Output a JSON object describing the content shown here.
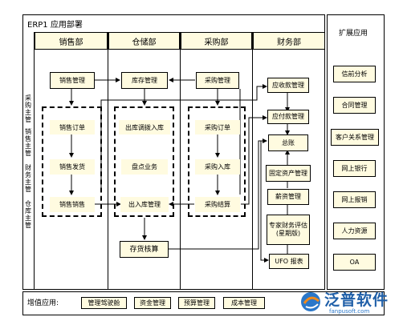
{
  "title": "ERP1 应用部署",
  "ext_title": "扩展应用",
  "departments": [
    "销售部",
    "仓储部",
    "采购部",
    "财务部"
  ],
  "side_labels": [
    "采购主管",
    "销售主管",
    "财务主管",
    "仓库主管"
  ],
  "sales": {
    "top": "销售管理",
    "items": [
      "销售订单",
      "销售发货",
      "销售销售"
    ]
  },
  "warehouse": {
    "top": "库存管理",
    "items": [
      "出库调拨入库",
      "盘点业务",
      "出入库管理"
    ],
    "bottom": "存货核算"
  },
  "purchase": {
    "top": "采购管理",
    "items": [
      "采购订单",
      "采购入库",
      "采购结算"
    ]
  },
  "finance": {
    "items": [
      "应收款管理",
      "应付款管理",
      "总账",
      "固定资产管理",
      "薪资管理",
      "专家财务评估(星期版)",
      "UFO 报表"
    ]
  },
  "ext": [
    "信前分析",
    "合同管理",
    "客户关系管理",
    "网上银行",
    "网上报销",
    "人力资源",
    "OA"
  ],
  "bottom_label": "增值应用:",
  "bottom_items": [
    "管理驾驶舱",
    "资金管理",
    "预算管理",
    "成本管理"
  ],
  "logo": {
    "text": "泛普软件",
    "url": "fanpusoft.com"
  }
}
